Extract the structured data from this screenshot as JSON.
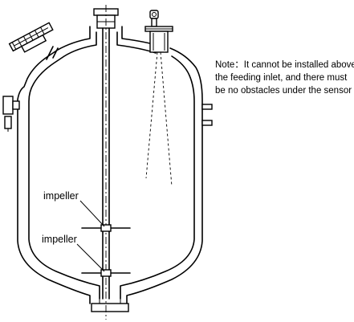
{
  "labels": {
    "impeller_upper": "impeller",
    "impeller_lower": "impeller"
  },
  "note": {
    "line1": "Note：It cannot be installed above",
    "line2": "the feeding inlet, and there must",
    "line3": "be no obstacles under the sensor"
  },
  "colors": {
    "line": "#000000",
    "background": "#ffffff"
  }
}
